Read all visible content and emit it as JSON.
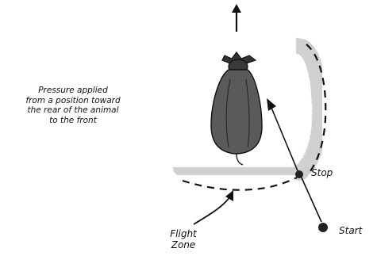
{
  "labels": {
    "pressure_line1": "Pressure applied",
    "pressure_line2": "from a position toward",
    "pressure_line3": "the rear of the animal",
    "pressure_line4": "to the front",
    "stop": "Stop",
    "start": "Start",
    "flight_line1": "Flight",
    "flight_line2": "Zone"
  },
  "colors": {
    "ink": "#111111",
    "zone_band": "#c9c9c9",
    "animal_body": "#555555",
    "dot": "#222222"
  },
  "icons": {
    "direction": "up-arrow-icon",
    "animal": "cow-topview-icon"
  }
}
